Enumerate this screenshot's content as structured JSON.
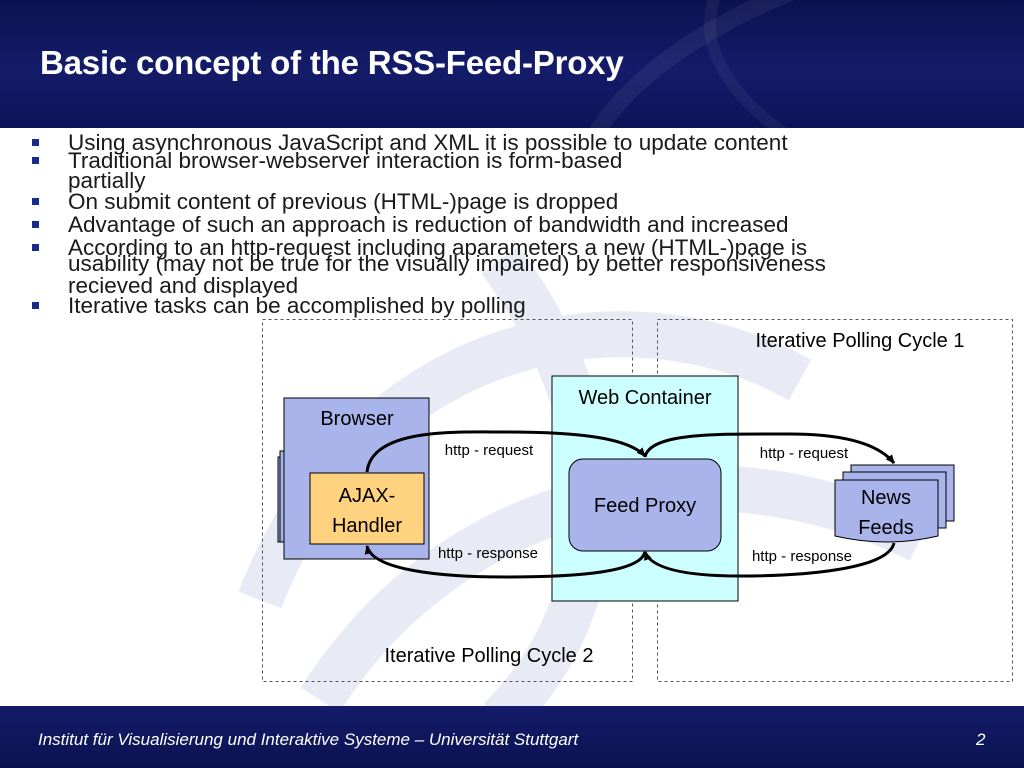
{
  "slide": {
    "title": "Basic concept of the RSS-Feed-Proxy",
    "footer_institute": "Institut für Visualisierung und Interaktive Systeme – Universität Stuttgart",
    "page_number": "2"
  },
  "bullets": [
    "Using asynchronous JavaScript and XML it is possible to update content",
    "Traditional browser-webserver interaction is form-based",
    "partially",
    "On submit content of previous (HTML-)page is dropped",
    "Advantage of such an approach is reduction of bandwidth and increased",
    "According to an http-request including aparameters a new (HTML-)page is",
    "usability (may not be true for the visually impaired) by better responsiveness",
    "recieved and displayed",
    "Iterative tasks can be accomplished by polling"
  ],
  "diagram": {
    "cycle1_label": "Iterative Polling Cycle 1",
    "cycle2_label": "Iterative Polling Cycle 2",
    "browser_label": "Browser",
    "ajax_line1": "AJAX-",
    "ajax_line2": "Handler",
    "web_container_label": "Web Container",
    "feed_proxy_label": "Feed Proxy",
    "news_line1": "News",
    "news_line2": "Feeds",
    "left_request": "http - request",
    "left_response": "http - response",
    "right_request": "http - request",
    "right_response": "http - response",
    "colors": {
      "browser_fill": "#a8b4ea",
      "ajax_fill": "#ffd27f",
      "container_fill": "#ccffff",
      "proxy_fill": "#a8b4ea",
      "news_fill": "#a8b4ea"
    }
  }
}
